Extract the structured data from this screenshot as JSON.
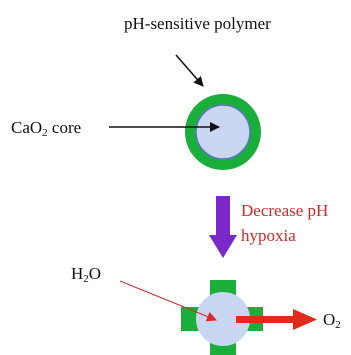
{
  "labels": {
    "polymer": "pH-sensitive polymer",
    "core_main": "CaO",
    "core_sub": "2",
    "core_suffix": " core",
    "condition_line1": "Decrease pH",
    "condition_line2": "hypoxia",
    "water_main": "H",
    "water_sub": "2",
    "water_suffix": "O",
    "oxygen_main": "O",
    "oxygen_sub": "2"
  },
  "colors": {
    "shell": "#1aae3a",
    "core": "#c9d6f2",
    "core_outline": "#5d72c4",
    "process_arrow": "#7a28c8",
    "condition_text": "#d42a2a",
    "o2_arrow": "#e02a1a",
    "text": "#111111"
  }
}
